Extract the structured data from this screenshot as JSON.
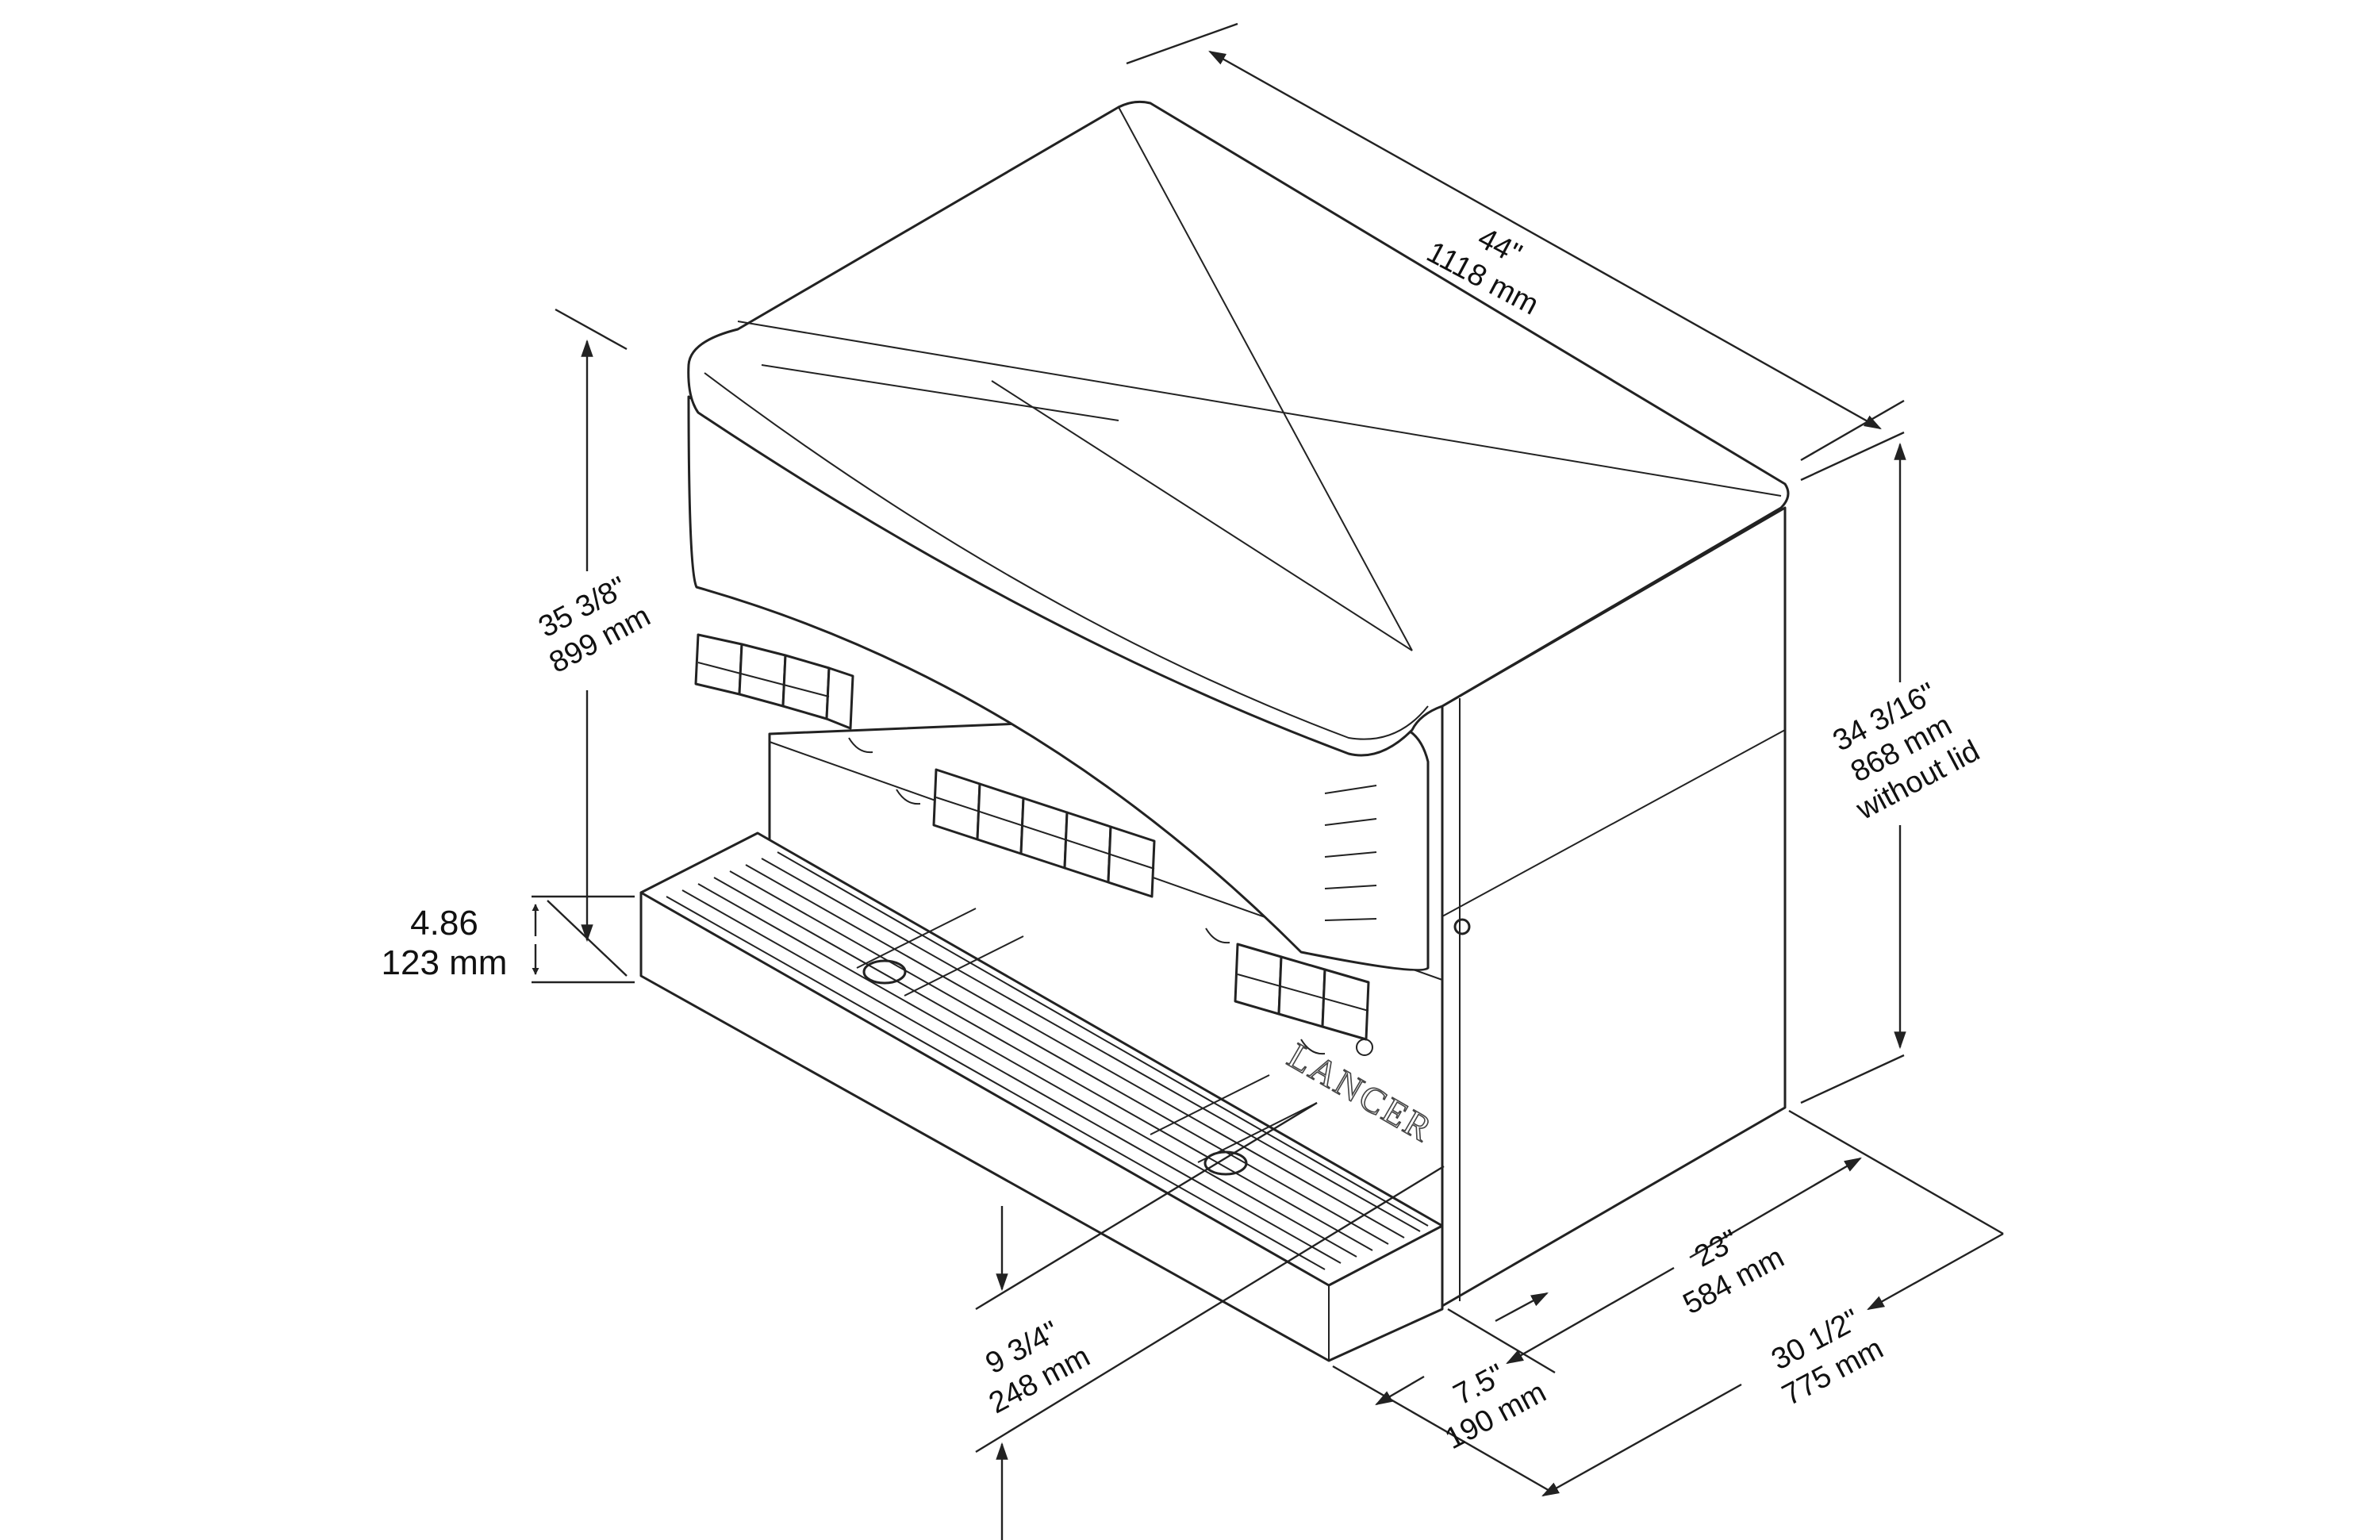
{
  "diagram": {
    "brand": "LANCER",
    "dimensions": {
      "width": {
        "imperial": "44\"",
        "metric": "1118 mm"
      },
      "height_overall": {
        "imperial": "35 3/8\"",
        "metric": "899 mm"
      },
      "height_without_lid": {
        "imperial": "34 3/16\"",
        "metric": "868 mm",
        "note": "without lid"
      },
      "drip_tray_height": {
        "imperial": "4.86",
        "metric": "123 mm"
      },
      "depth": {
        "imperial": "23\"",
        "metric": "584 mm"
      },
      "overall_depth": {
        "imperial": "30 1/2\"",
        "metric": "775 mm"
      },
      "tray_projection": {
        "imperial": "7.5\"",
        "metric": "190 mm"
      },
      "clearance": {
        "imperial": "9 3/4\"",
        "metric": "248 mm"
      }
    }
  }
}
